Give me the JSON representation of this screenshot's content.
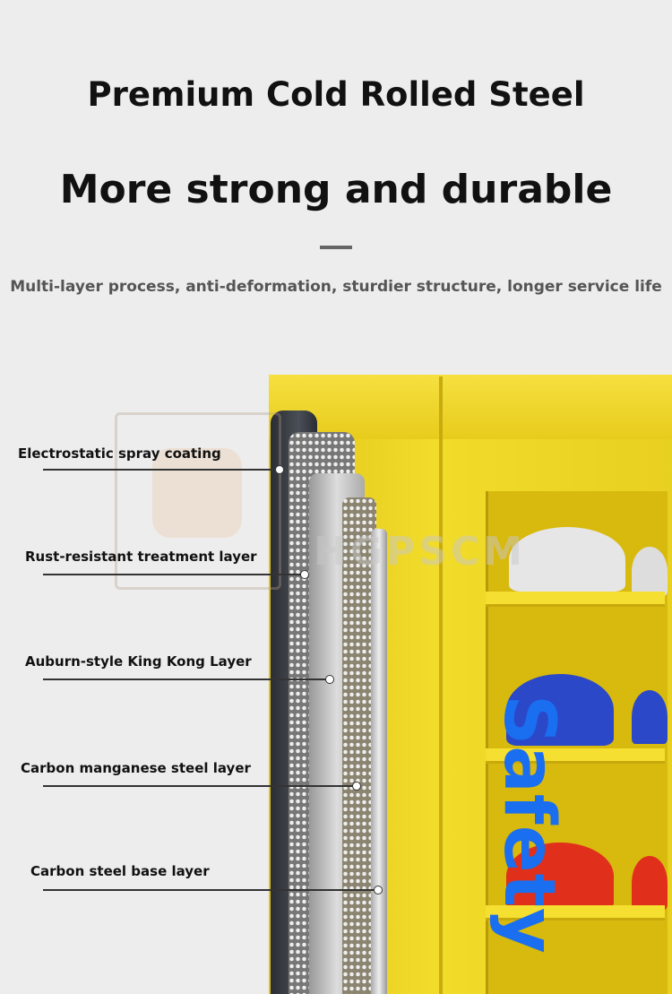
{
  "header": {
    "title": "Premium Cold Rolled Steel",
    "headline": "More strong and durable",
    "subtitle": "Multi-layer process, anti-deformation, sturdier structure, longer service life"
  },
  "layers": [
    {
      "label": "Electrostatic spray coating"
    },
    {
      "label": "Rust-resistant treatment layer"
    },
    {
      "label": "Auburn-style King Kong Layer"
    },
    {
      "label": "Carbon manganese steel layer"
    },
    {
      "label": "Carbon steel base layer"
    }
  ],
  "product": {
    "door_text": "Safety"
  },
  "watermark": {
    "text": "HGPSCM"
  },
  "colors": {
    "cabinet": "#f2dc2a",
    "safety_text": "#1a6ef0"
  }
}
